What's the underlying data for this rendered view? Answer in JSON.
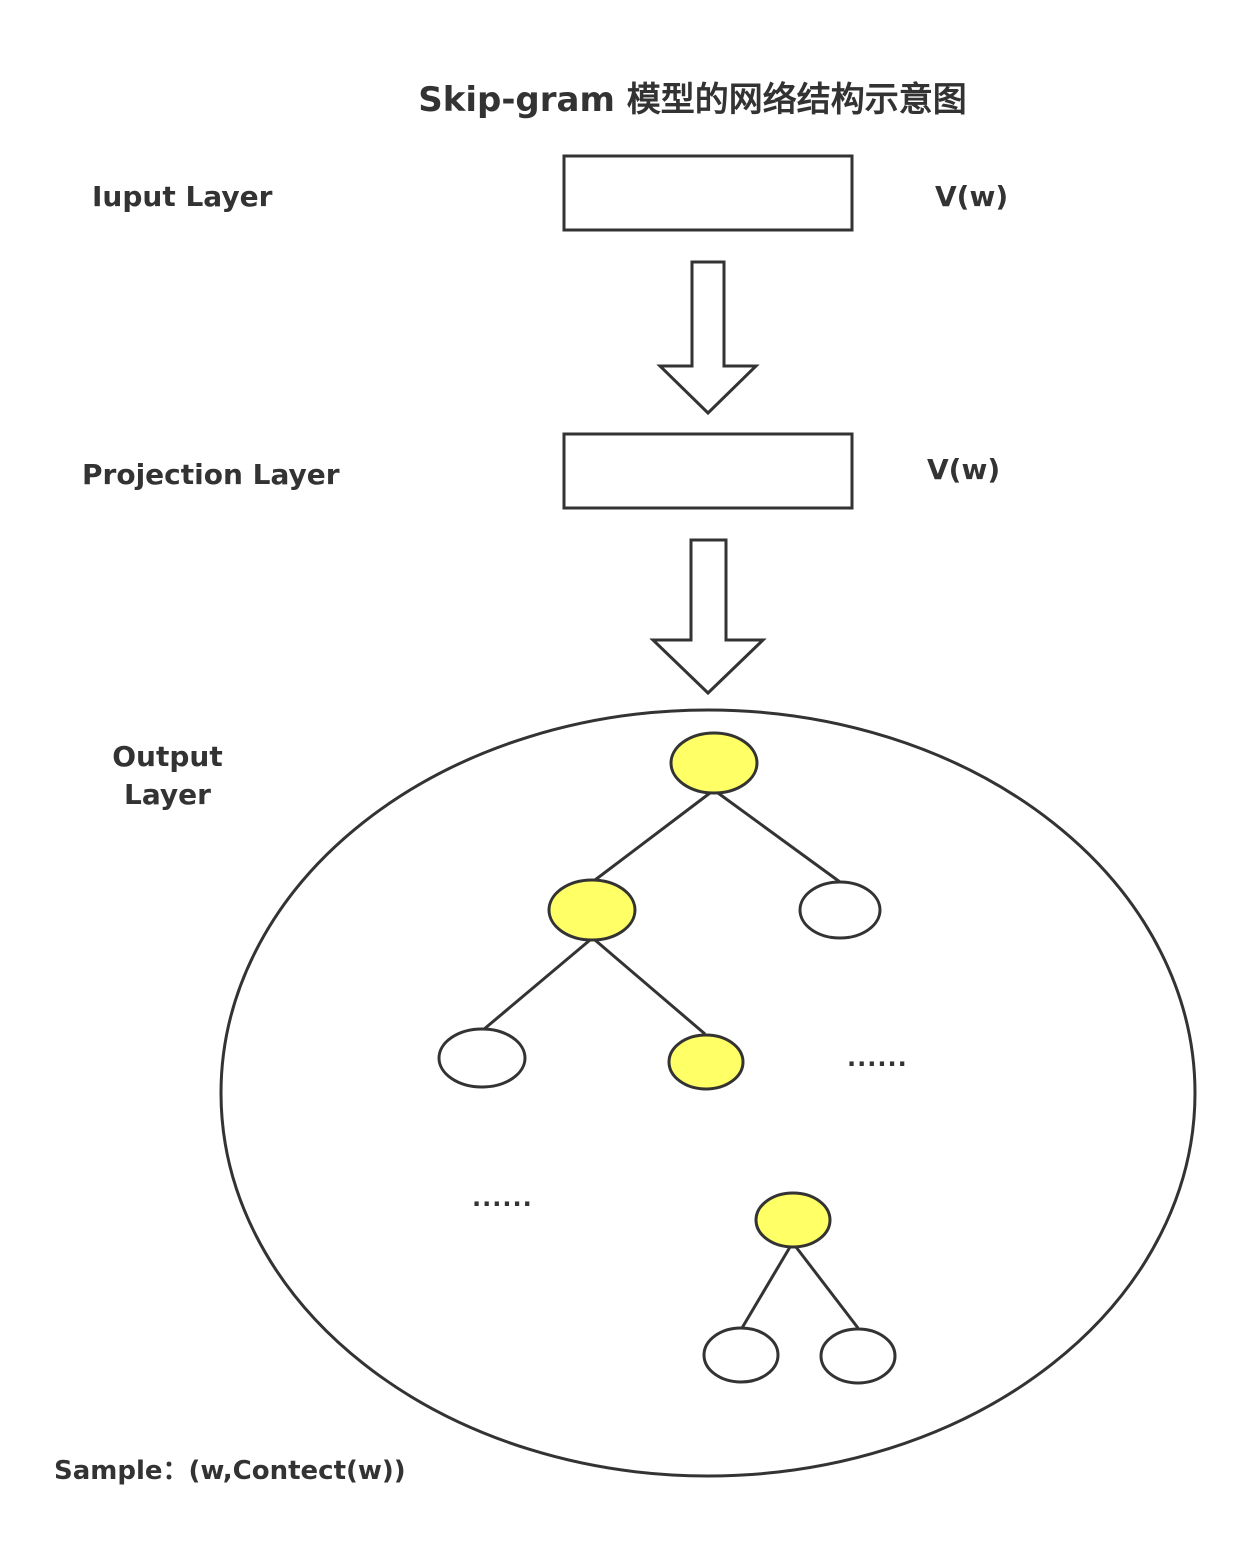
{
  "title": "Skip-gram 模型的网络结构示意图",
  "layers": {
    "input": {
      "label": "Iuput Layer",
      "vector": "V(w)"
    },
    "projection": {
      "label": "Projection Layer",
      "vector": "V(w)"
    },
    "output": {
      "label_line1": "Output",
      "label_line2": "Layer"
    }
  },
  "ellipsis": [
    "......",
    "......"
  ],
  "sample": "Sample：(w,Contect(w))",
  "colors": {
    "stroke": "#333333",
    "highlight_fill": "#FFFF66",
    "plain_fill": "#FFFFFF"
  }
}
